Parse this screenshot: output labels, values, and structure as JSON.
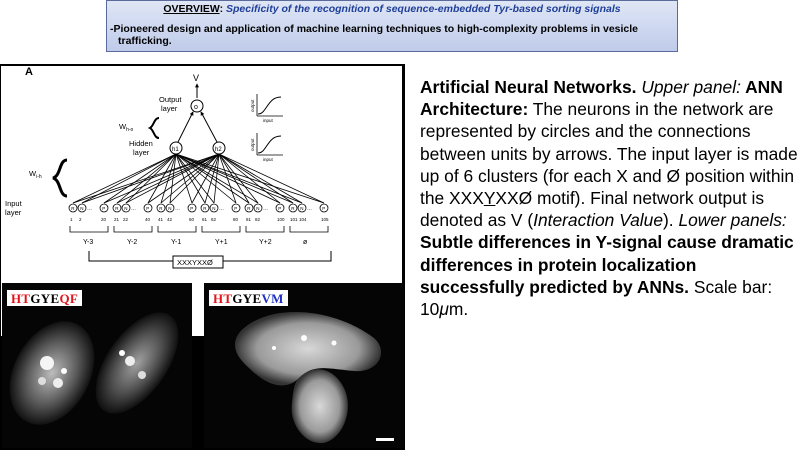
{
  "header": {
    "label": "OVERVIEW",
    "colon": ":",
    "title_text": " Specificity of the recognition of sequence-embedded Tyr-based sorting signals",
    "bullet": "-Pioneered design and application of machine learning techniques to high-complexity problems in vesicle",
    "bullet_cont": "trafficking."
  },
  "diagram": {
    "panel_letter": "A",
    "output_symbol": "V",
    "output_label_1": "Output",
    "output_label_2": "layer",
    "output_node": "o",
    "w_ho": "W",
    "w_ho_sub": "h-o",
    "w_ih": "W",
    "w_ih_sub": "i-h",
    "hidden_label_1": "Hidden",
    "hidden_label_2": "layer",
    "hidden_nodes": [
      "h1",
      "h2"
    ],
    "input_label_1": "Input",
    "input_label_2": "layer",
    "curve_axis_y": "output",
    "curve_axis_x": "input",
    "cluster_nodes": [
      "R",
      "N",
      "P"
    ],
    "cluster_numbers": [
      [
        "1",
        "2",
        "20"
      ],
      [
        "21",
        "22",
        "40"
      ],
      [
        "41",
        "42",
        "60"
      ],
      [
        "61",
        "62",
        "80"
      ],
      [
        "81",
        "82",
        "100"
      ],
      [
        "101",
        "104",
        "105"
      ]
    ],
    "clusters": [
      "Y-3",
      "Y-2",
      "Y-1",
      "Y+1",
      "Y+2",
      "ø"
    ],
    "motif": "XXXYXXØ"
  },
  "panels": {
    "left": {
      "seq_red_1": "HT",
      "seq_black": "GYE",
      "seq_red_2": "QF"
    },
    "right": {
      "seq_red": "HT",
      "seq_black": "GYE",
      "seq_blue": "VM"
    }
  },
  "description": {
    "b1": "Artificial Neural Networks.",
    "i1": " Upper panel:",
    "b2": " ANN Architecture:",
    "t1": " The neurons in the network are represented by circles and the connections between units by arrows. The input layer is made up of 6 clusters (for each X and Ø position within the XXX",
    "ul": "Y",
    "t2": "XXØ motif). Final network output is denoted as V (",
    "i2": "Interaction Value",
    "t3": "). ",
    "i3": "Lower panels:",
    "b3": " Subtle differences in Y-signal cause dramatic differences in protein localization successfully predicted by ANNs.",
    "t4": " Scale bar: 10",
    "mu": "μ",
    "t5": "m."
  },
  "colors": {
    "banner_text": "#1f3f99",
    "seq_red": "#e0161b",
    "seq_blue": "#1d2fc4"
  }
}
